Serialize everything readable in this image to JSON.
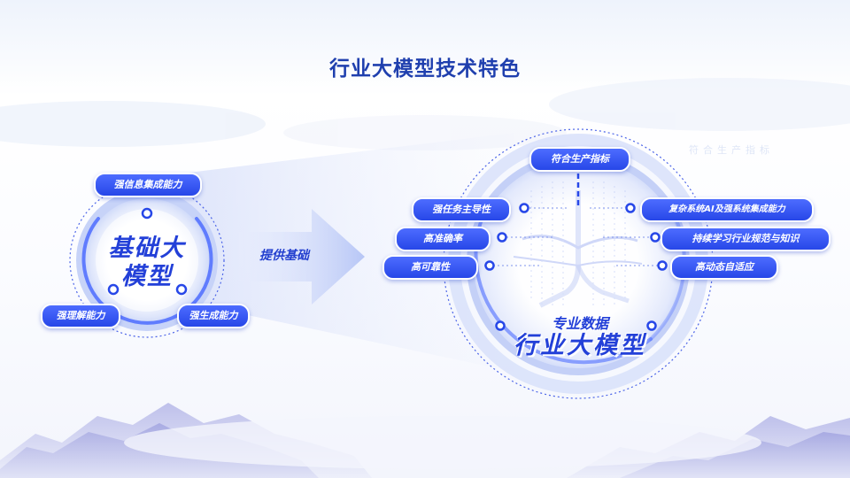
{
  "title": "行业大模型技术特色",
  "base_model": {
    "title_line1": "基础大",
    "title_line2": "模型",
    "capabilities": [
      {
        "label": "强信息集成能力"
      },
      {
        "label": "强理解能力"
      },
      {
        "label": "强生成能力"
      }
    ]
  },
  "arrow": {
    "label": "提供基础"
  },
  "industry_model": {
    "top_badge": "符合生产指标",
    "watermark": "符合生产指标",
    "subtitle": "专业数据",
    "title": "行业大模型",
    "left_features": [
      {
        "label": "强任务主导性"
      },
      {
        "label": "高准确率"
      },
      {
        "label": "高可靠性"
      }
    ],
    "right_features": [
      {
        "label": "复杂系统AI及强系统集成能力"
      },
      {
        "label": "持续学习行业规范与知识"
      },
      {
        "label": "高动态自适应"
      }
    ]
  },
  "colors": {
    "accent": "#2747e8",
    "title": "#1f3fae",
    "ring_light": "#dfe6fb",
    "ring_mid": "#9fb3f7"
  }
}
